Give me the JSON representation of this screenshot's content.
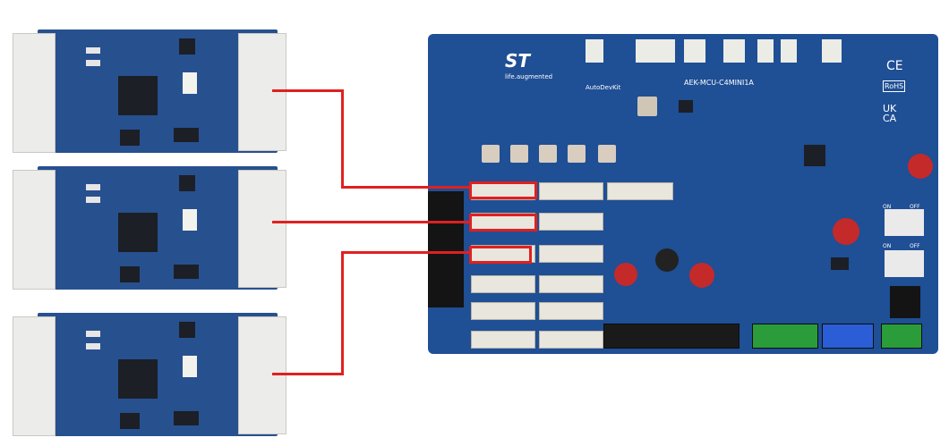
{
  "board": {
    "name": "AEK-MCU-C4MINI1A",
    "brand": "ST",
    "tagline": "life.augmented",
    "program": "AutoDevKit",
    "marks": [
      "CE",
      "RoHS",
      "UK CA"
    ],
    "switch_on": "ON",
    "switch_off": "OFF"
  },
  "modules": [
    {
      "id": "module-1"
    },
    {
      "id": "module-2"
    },
    {
      "id": "module-3"
    }
  ],
  "colors": {
    "pcb_blue": "#1f4f95",
    "module_blue": "#27508f",
    "wire_red": "#e02020"
  }
}
